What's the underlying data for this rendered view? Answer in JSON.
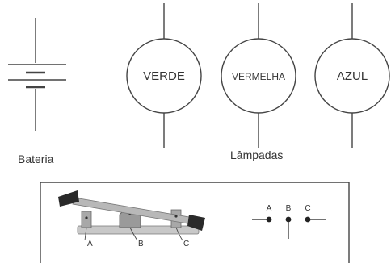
{
  "battery": {
    "caption": "Bateria"
  },
  "lamps": {
    "caption": "Lâmpadas",
    "items": [
      {
        "label": "VERDE"
      },
      {
        "label": "VERMELHA"
      },
      {
        "label": "AZUL"
      }
    ]
  },
  "switch": {
    "photo_labels": [
      "A",
      "B",
      "C"
    ],
    "symbol_labels": [
      "A",
      "B",
      "C"
    ]
  },
  "colors": {
    "line": "#444444",
    "text": "#333333",
    "lever": "#b8b8b8",
    "handle": "#2a2a2a",
    "base": "#c8c8c8"
  }
}
